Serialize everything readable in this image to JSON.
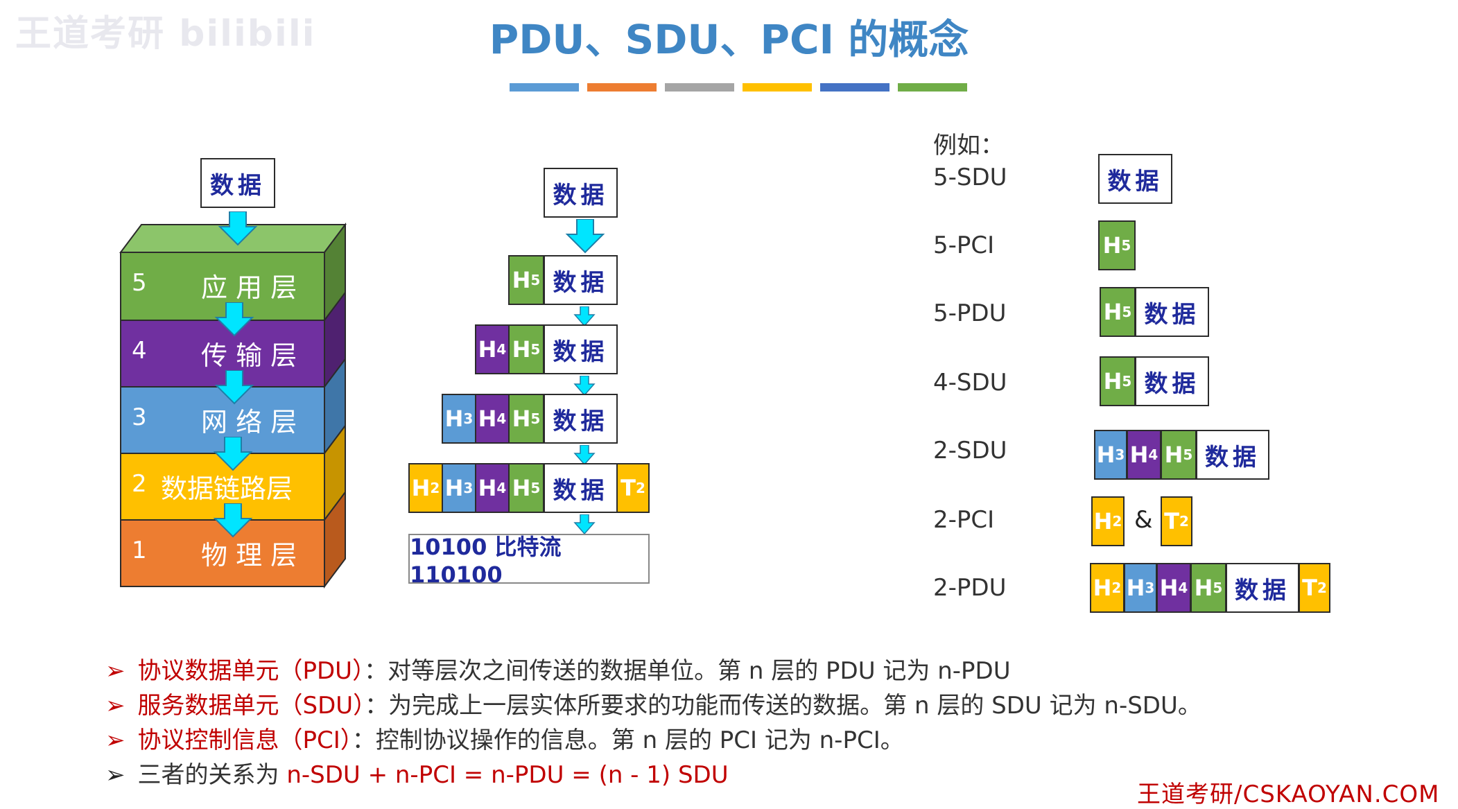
{
  "watermark": "王道考研 bilibili",
  "title": "PDU、SDU、PCI 的概念",
  "colors": {
    "green": "#70ad47",
    "purple": "#7030a0",
    "blue": "#5b9bd5",
    "yellow": "#ffc000",
    "orange": "#ed7d31",
    "red": "#c00000",
    "navy": "#1f2a9c"
  },
  "title_bar_colors": [
    "#5b9bd5",
    "#ed7d31",
    "#a5a5a5",
    "#ffc000",
    "#4472c4",
    "#70ad47"
  ],
  "stack": {
    "top_data": "数据",
    "layers": [
      {
        "num": "5",
        "name": "应 用 层"
      },
      {
        "num": "4",
        "name": "传 输 层"
      },
      {
        "num": "3",
        "name": "网 络 层"
      },
      {
        "num": "2",
        "name": "数据链路层"
      },
      {
        "num": "1",
        "name": "物 理 层"
      }
    ]
  },
  "encap": {
    "data": "数据",
    "h5": "H",
    "h4": "H",
    "h3": "H",
    "h2": "H",
    "t2": "T",
    "sub5": "5",
    "sub4": "4",
    "sub3": "3",
    "sub2": "2",
    "bitstream": "10100 比特流 110100"
  },
  "example": {
    "heading": "例如：",
    "rows": [
      {
        "label": "5-SDU"
      },
      {
        "label": "5-PCI"
      },
      {
        "label": "5-PDU"
      },
      {
        "label": "4-SDU"
      },
      {
        "label": "2-SDU"
      },
      {
        "label": "2-PCI"
      },
      {
        "label": "2-PDU"
      }
    ],
    "amp": "&"
  },
  "bullets": [
    {
      "mark": "➢",
      "term": "协议数据单元（PDU）",
      "desc": "：对等层次之间传送的数据单位。第 n 层的 PDU 记为 n-PDU"
    },
    {
      "mark": "➢",
      "term": "服务数据单元（SDU）",
      "desc": "：为完成上一层实体所要求的功能而传送的数据。第 n 层的 SDU 记为 n-SDU。"
    },
    {
      "mark": "➢",
      "term": "协议控制信息（PCI）",
      "desc": "：控制协议操作的信息。第 n 层的 PCI 记为 n-PCI。"
    },
    {
      "mark": "➢",
      "lead": "三者的关系为 ",
      "relation": "n-SDU + n-PCI = n-PDU = (n - 1) SDU"
    }
  ],
  "footer": "王道考研/CSKAOYAN.COM"
}
